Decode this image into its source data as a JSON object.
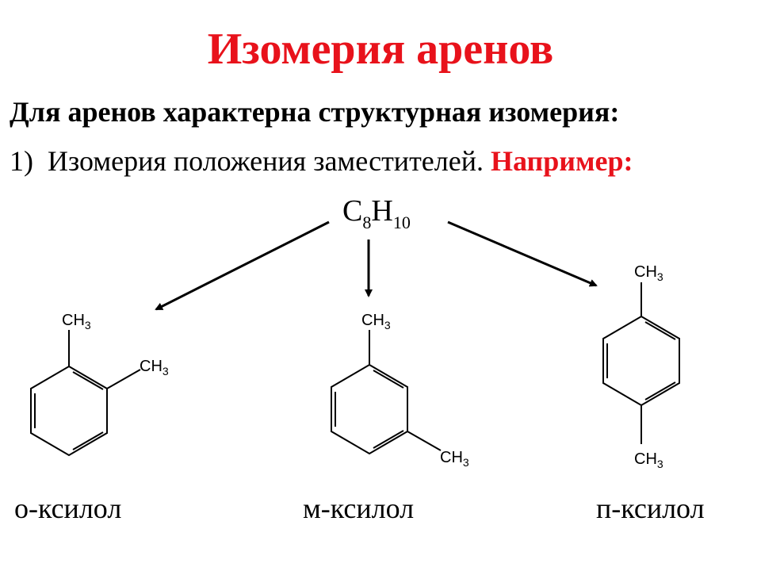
{
  "title": "Изомерия аренов",
  "subtitle": "Для аренов характерна структурная изомерия:",
  "point1": {
    "number": "1)",
    "text": "Изомерия положения заместителей.",
    "example": "Например:"
  },
  "formula": {
    "c": "C",
    "c_sub": "8",
    "h": "H",
    "h_sub": "10"
  },
  "group": {
    "ch": "CH",
    "sub": "3"
  },
  "isomers": [
    {
      "name": "о-ксилол"
    },
    {
      "name": "м-ксилол"
    },
    {
      "name": "п-ксилол"
    }
  ]
}
